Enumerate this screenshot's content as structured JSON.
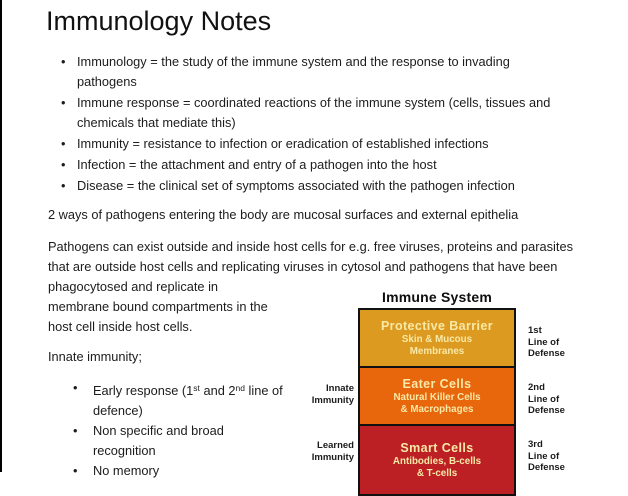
{
  "page": {
    "title": "Immunology Notes"
  },
  "bullet_glyph": "•",
  "definitions": [
    {
      "line1": "Immunology = the study of the immune system and the response to invading",
      "line2": "pathogens"
    },
    {
      "line1": "Immune response = coordinated reactions of the immune system (cells, tissues and",
      "line2": "chemicals that mediate this)"
    },
    {
      "line1": "Immunity = resistance to infection or eradication of established infections"
    },
    {
      "line1": "Infection = the attachment and entry of a pathogen into the host"
    },
    {
      "line1": "Disease = the clinical set of symptoms associated with the pathogen infection"
    }
  ],
  "paragraphs": {
    "ways": "2 ways of pathogens entering the body are mucosal surfaces and external epithelia",
    "pathogens_line1": "Pathogens can exist outside and inside host cells for e.g. free viruses, proteins and parasites",
    "pathogens_line2": "that are outside host cells and replicating viruses in cytosol and pathogens that have been",
    "pathogens_line3": "phagocytosed and replicate in",
    "pathogens_line4": "membrane bound compartments in the",
    "pathogens_line5": "host cell inside host cells.",
    "innate_heading": "Innate immunity;"
  },
  "innate_bullets": {
    "early_pre": "Early response (1",
    "early_sup1": "st",
    "early_mid": " and 2",
    "early_sup2": "nd",
    "early_post": " line of",
    "early_line2": "defence)",
    "nonspecific_line1": "Non specific and broad",
    "nonspecific_line2": "recognition",
    "memory": "No memory"
  },
  "figure": {
    "title": "Immune System",
    "levels": [
      {
        "name": "Protective Barrier",
        "sub1": "Skin & Mucous",
        "sub2": "Membranes",
        "fill": "#DD9A21",
        "rank": "1st",
        "label_mid": "Line of",
        "label_bot": "Defense"
      },
      {
        "name": "Eater Cells",
        "sub1": "Natural Killer Cells",
        "sub2": "& Macrophages",
        "fill": "#E8670D",
        "rank": "2nd",
        "label_mid": "Line of",
        "label_bot": "Defense"
      },
      {
        "name": "Smart Cells",
        "sub1": "Antibodies, B-cells",
        "sub2": "& T-cells",
        "fill": "#BC2025",
        "rank": "3rd",
        "label_mid": "Line of",
        "label_bot": "Defense"
      }
    ],
    "left_labels": [
      {
        "l1": "Innate",
        "l2": "Immunity"
      },
      {
        "l1": "Learned",
        "l2": "Immunity"
      }
    ],
    "colors": {
      "border": "#111111",
      "box_text": "#F8E9A6",
      "label_text": "#1b1b1b"
    }
  }
}
